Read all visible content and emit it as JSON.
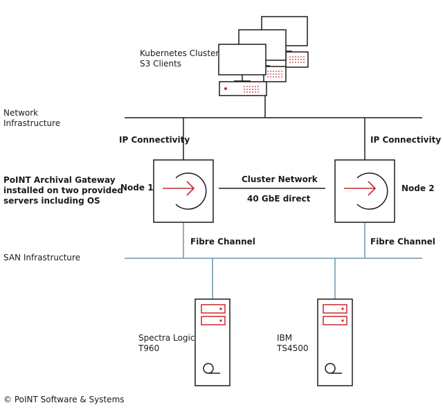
{
  "clients": {
    "line1": "Kubernetes Cluster",
    "line2": "S3 Clients"
  },
  "network": {
    "line1": "Network",
    "line2": "Infrastructure"
  },
  "ip_left": "IP Connectivity",
  "ip_right": "IP Connectivity",
  "gateway": {
    "line1": "PoINT Archival Gateway",
    "line2": "installed on two provided",
    "line3": "servers including OS"
  },
  "node1": "Node 1",
  "node2": "Node 2",
  "cluster": {
    "label": "Cluster Network",
    "speed": "40 GbE direct"
  },
  "fc_left": "Fibre Channel",
  "fc_right": "Fibre Channel",
  "san": "SAN Infrastructure",
  "storage_left": {
    "line1": "Spectra Logic",
    "line2": "T960"
  },
  "storage_right": {
    "line1": "IBM",
    "line2": "TS4500"
  },
  "copyright": "© PoINT Software & Systems",
  "colors": {
    "accent": "#c8282d",
    "san_line": "#6f93ad",
    "line": "#1a1a1a"
  }
}
